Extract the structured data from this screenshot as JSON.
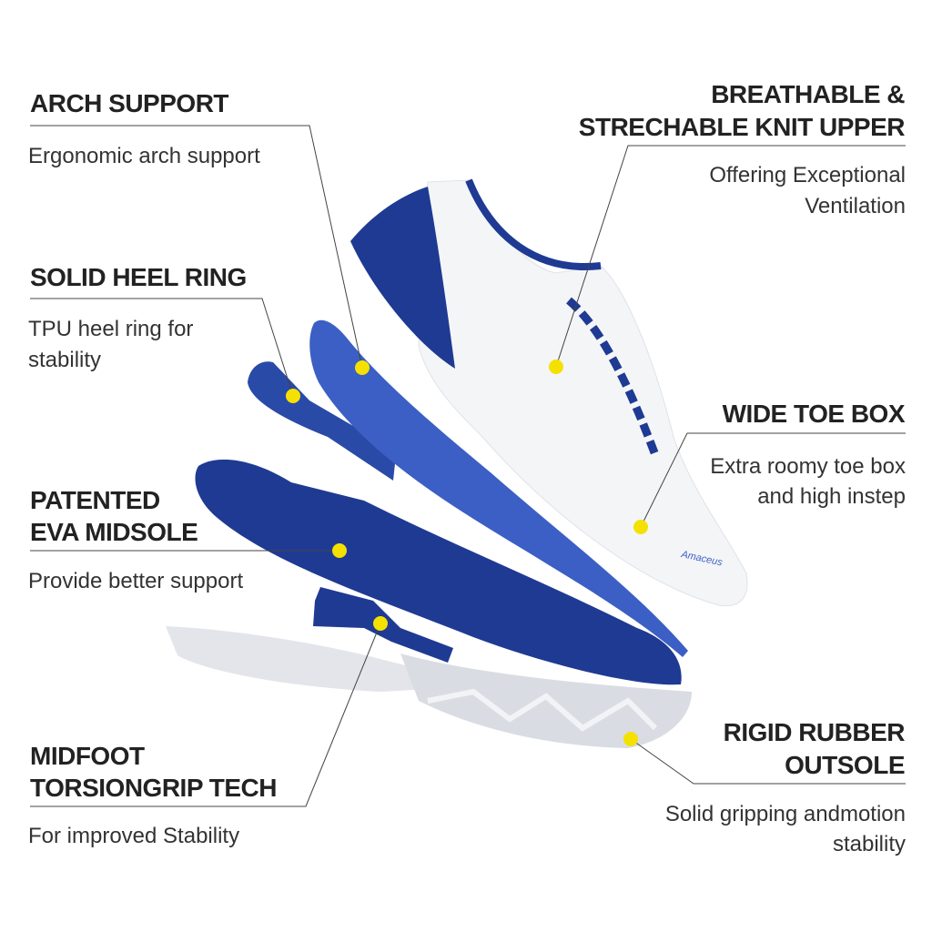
{
  "colors": {
    "navy": "#1f3a93",
    "blue": "#3b5fc4",
    "dot": "#f5e100",
    "text": "#222222"
  },
  "brand": "Amaceus",
  "features": [
    {
      "title": [
        "ARCH SUPPORT"
      ],
      "desc": [
        "Ergonomic arch support"
      ]
    },
    {
      "title": [
        "BREATHABLE &",
        "STRECHABLE KNIT UPPER"
      ],
      "desc": [
        "Offering Exceptional",
        "Ventilation"
      ]
    },
    {
      "title": [
        "SOLID HEEL RING"
      ],
      "desc": [
        "TPU heel ring for",
        "stability"
      ]
    },
    {
      "title": [
        "WIDE TOE BOX"
      ],
      "desc": [
        "Extra roomy toe box",
        "and high instep"
      ]
    },
    {
      "title": [
        "PATENTED",
        "EVA MIDSOLE"
      ],
      "desc": [
        "Provide better support"
      ]
    },
    {
      "title": [
        "MIDFOOT",
        "TORSIONGRIP TECH"
      ],
      "desc": [
        "For improved Stability"
      ]
    },
    {
      "title": [
        "RIGID RUBBER",
        "OUTSOLE"
      ],
      "desc": [
        "Solid gripping andmotion",
        "stability"
      ]
    }
  ]
}
